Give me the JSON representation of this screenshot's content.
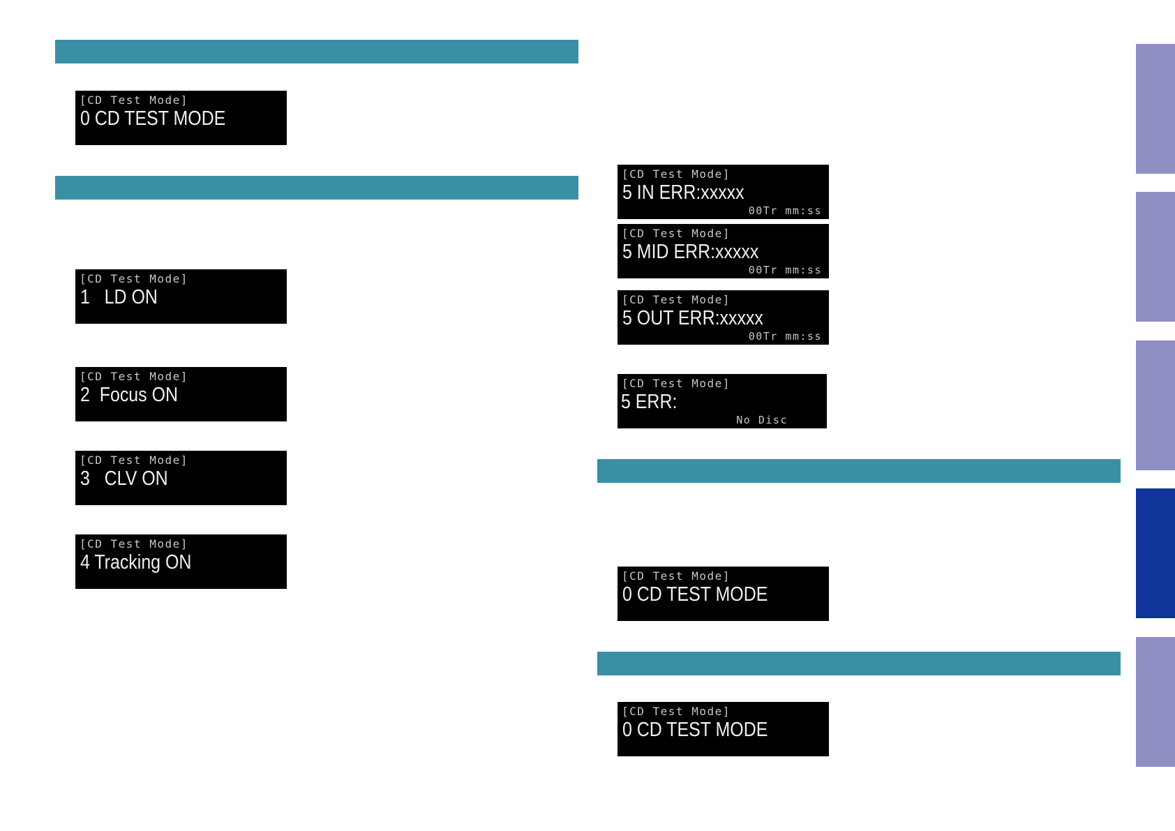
{
  "lcd_header": "[CD Test Mode]",
  "left_column": {
    "displays": [
      {
        "main": "0 CD TEST MODE"
      },
      {
        "main": "1   LD ON"
      },
      {
        "main": "2  Focus ON"
      },
      {
        "main": "3   CLV ON"
      },
      {
        "main": "4 Tracking ON"
      }
    ]
  },
  "right_column": {
    "displays": [
      {
        "main": "5 IN ERR:xxxxx",
        "sub": "00Tr mm:ss"
      },
      {
        "main": "5 MID ERR:xxxxx",
        "sub": "00Tr mm:ss"
      },
      {
        "main": "5 OUT ERR:xxxxx",
        "sub": "00Tr mm:ss"
      },
      {
        "main": "5 ERR:",
        "sub": "No Disc"
      },
      {
        "main": "0 CD TEST MODE"
      },
      {
        "main": "0 CD TEST MODE"
      }
    ]
  },
  "colors": {
    "section_bar": "#3a8fa4",
    "side_tab": "#8f8fc4",
    "side_tab_active": "#10349a",
    "lcd_background": "#000000"
  },
  "side_tabs": {
    "count": 5,
    "active_index": 3
  }
}
